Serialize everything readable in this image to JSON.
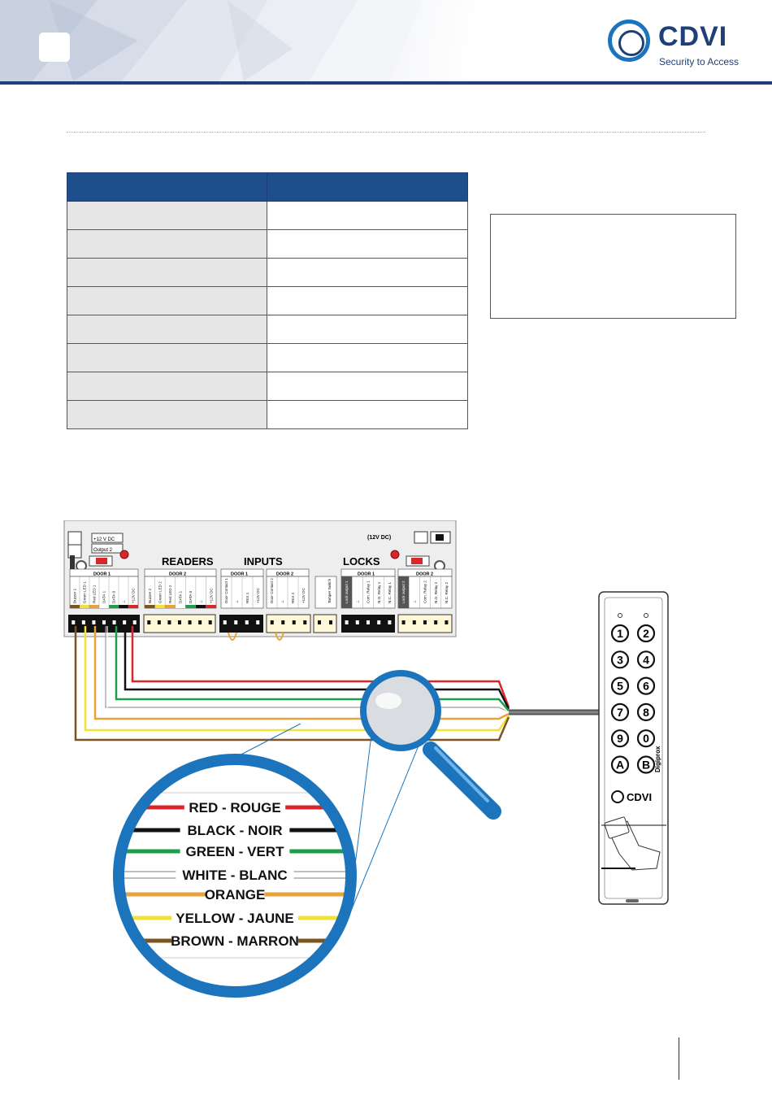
{
  "brand": {
    "name": "CDVI",
    "tagline": "Security to Access"
  },
  "board": {
    "top_labels": [
      "+12 V DC",
      "Output 2",
      "(12V DC)"
    ],
    "sections": {
      "readers": "READERS",
      "inputs": "INPUTS",
      "locks": "LOCKS"
    },
    "door1": "DOOR 1",
    "door2": "DOOR 2",
    "reader_d1_terms": [
      "Buzzer 1",
      "Green LED 1",
      "Red LED 1",
      "DATA 1",
      "DATA 0",
      "⊥",
      "+12V DC"
    ],
    "reader_d2_terms": [
      "Buzzer 2",
      "Green LED 2",
      "Red LED 2",
      "DATA 1",
      "DATA 0",
      "⊥",
      "+12V DC"
    ],
    "input_d1_terms": [
      "Door Contact 1",
      "⊥",
      "REX 1",
      "+12V DC"
    ],
    "input_d2_terms": [
      "Door Contact 2",
      "⊥",
      "REX 2",
      "+12V DC"
    ],
    "tamper": "Tamper Switch",
    "lock_d1_terms": [
      "Lock output 1",
      "⊥",
      "Com. Relay 1",
      "N.O. Relay 1",
      "N.C. Relay 1"
    ],
    "lock_d2_terms": [
      "Lock output 2",
      "⊥",
      "Com. Relay 2",
      "N.O. Relay 2",
      "N.C. Relay 2"
    ]
  },
  "wires": [
    {
      "label": "RED - ROUGE",
      "color": "#d8262b"
    },
    {
      "label": "BLACK - NOIR",
      "color": "#111111"
    },
    {
      "label": "GREEN - VERT",
      "color": "#1e9e4a"
    },
    {
      "label": "WHITE - BLANC",
      "color": "#bdbdbd"
    },
    {
      "label": "ORANGE",
      "color": "#e8a23a"
    },
    {
      "label": "YELLOW - JAUNE",
      "color": "#f1e23a"
    },
    {
      "label": "BROWN - MARRON",
      "color": "#7a5422"
    }
  ],
  "keypad": {
    "keys": [
      "1",
      "2",
      "3",
      "4",
      "5",
      "6",
      "7",
      "8",
      "9",
      "0",
      "A",
      "B"
    ],
    "brand": "CDVI",
    "model": "Digiprox"
  }
}
